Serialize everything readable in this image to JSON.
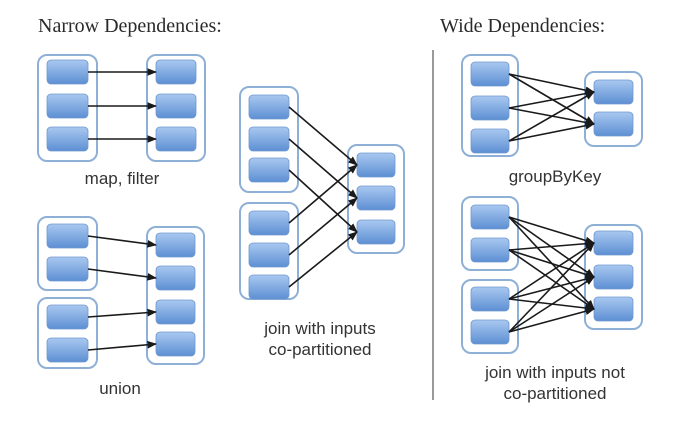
{
  "headings": {
    "narrow": "Narrow Dependencies:",
    "wide": "Wide Dependencies:"
  },
  "colors": {
    "container_border": "#8fb0d6",
    "partition_top": "#a9c8f0",
    "partition_bottom": "#5d8fd3",
    "partition_border": "#6f98cf",
    "edge": "#1a1a1a",
    "divider": "#9a9a9a"
  },
  "diagrams": [
    {
      "id": "map-filter",
      "category": "narrow",
      "caption": [
        "map, filter"
      ],
      "parents": [
        [
          3
        ]
      ],
      "child": 3,
      "edges": [
        [
          0,
          0,
          0
        ],
        [
          0,
          1,
          1
        ],
        [
          0,
          2,
          2
        ]
      ]
    },
    {
      "id": "union",
      "category": "narrow",
      "caption": [
        "union"
      ],
      "parents": [
        [
          2
        ],
        [
          2
        ]
      ],
      "child": 4,
      "edges": [
        [
          0,
          0,
          0
        ],
        [
          0,
          1,
          1
        ],
        [
          1,
          0,
          2
        ],
        [
          1,
          1,
          3
        ]
      ]
    },
    {
      "id": "join-co-partitioned",
      "category": "narrow",
      "caption": [
        "join with inputs",
        "co-partitioned"
      ],
      "parents": [
        [
          3
        ],
        [
          3
        ]
      ],
      "child": 3,
      "edges": [
        [
          0,
          0,
          0
        ],
        [
          0,
          1,
          1
        ],
        [
          0,
          2,
          2
        ],
        [
          1,
          0,
          0
        ],
        [
          1,
          1,
          1
        ],
        [
          1,
          2,
          2
        ]
      ]
    },
    {
      "id": "group-by-key",
      "category": "wide",
      "caption": [
        "groupByKey"
      ],
      "parents": [
        [
          3
        ]
      ],
      "child": 2,
      "edges": [
        [
          0,
          0,
          0
        ],
        [
          0,
          0,
          1
        ],
        [
          0,
          1,
          0
        ],
        [
          0,
          1,
          1
        ],
        [
          0,
          2,
          0
        ],
        [
          0,
          2,
          1
        ]
      ]
    },
    {
      "id": "join-not-co-partitioned",
      "category": "wide",
      "caption": [
        "join with inputs not",
        "co-partitioned"
      ],
      "parents": [
        [
          2
        ],
        [
          2
        ]
      ],
      "child": 3,
      "edges": [
        [
          0,
          0,
          0
        ],
        [
          0,
          0,
          1
        ],
        [
          0,
          0,
          2
        ],
        [
          0,
          1,
          0
        ],
        [
          0,
          1,
          1
        ],
        [
          0,
          1,
          2
        ],
        [
          1,
          0,
          0
        ],
        [
          1,
          0,
          1
        ],
        [
          1,
          0,
          2
        ],
        [
          1,
          1,
          0
        ],
        [
          1,
          1,
          1
        ],
        [
          1,
          1,
          2
        ]
      ]
    }
  ]
}
